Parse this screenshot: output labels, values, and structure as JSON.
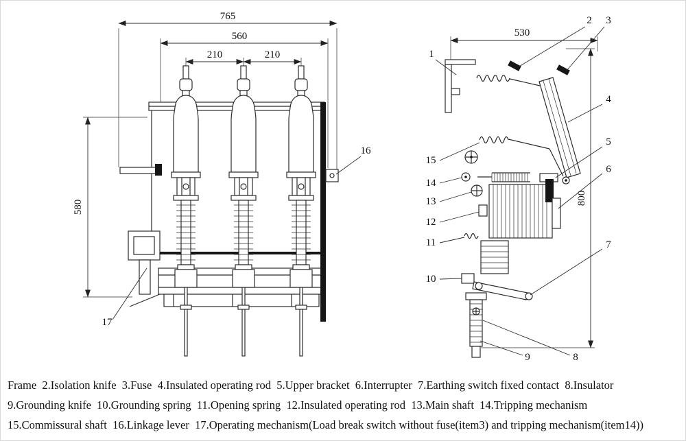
{
  "drawing": {
    "front_view": {
      "dims": {
        "overall_width": "765",
        "bracket_width": "560",
        "pitch_left": "210",
        "pitch_right": "210",
        "height": "580"
      },
      "labels": {
        "p16": "16",
        "p17": "17"
      }
    },
    "side_view": {
      "dims": {
        "depth": "530",
        "height": "800"
      },
      "labels": {
        "p1": "1",
        "p2": "2",
        "p3": "3",
        "p4": "4",
        "p5": "5",
        "p6": "6",
        "p7": "7",
        "p8": "8",
        "p9": "9",
        "p10": "10",
        "p11": "11",
        "p12": "12",
        "p13": "13",
        "p14": "14",
        "p15": "15"
      }
    }
  },
  "caption": {
    "line1": "Frame  2.Isolation knife  3.Fuse  4.Insulated operating rod  5.Upper bracket  6.Interrupter  7.Earthing switch fixed contact  8.Insulator",
    "line2": "9.Grounding knife  10.Grounding spring  11.Opening spring  12.Insulated operating rod  13.Main shaft  14.Tripping mechanism",
    "line3": "15.Commissural shaft  16.Linkage lever  17.Operating mechanism(Load break switch without fuse(item3) and tripping mechanism(item14))"
  }
}
